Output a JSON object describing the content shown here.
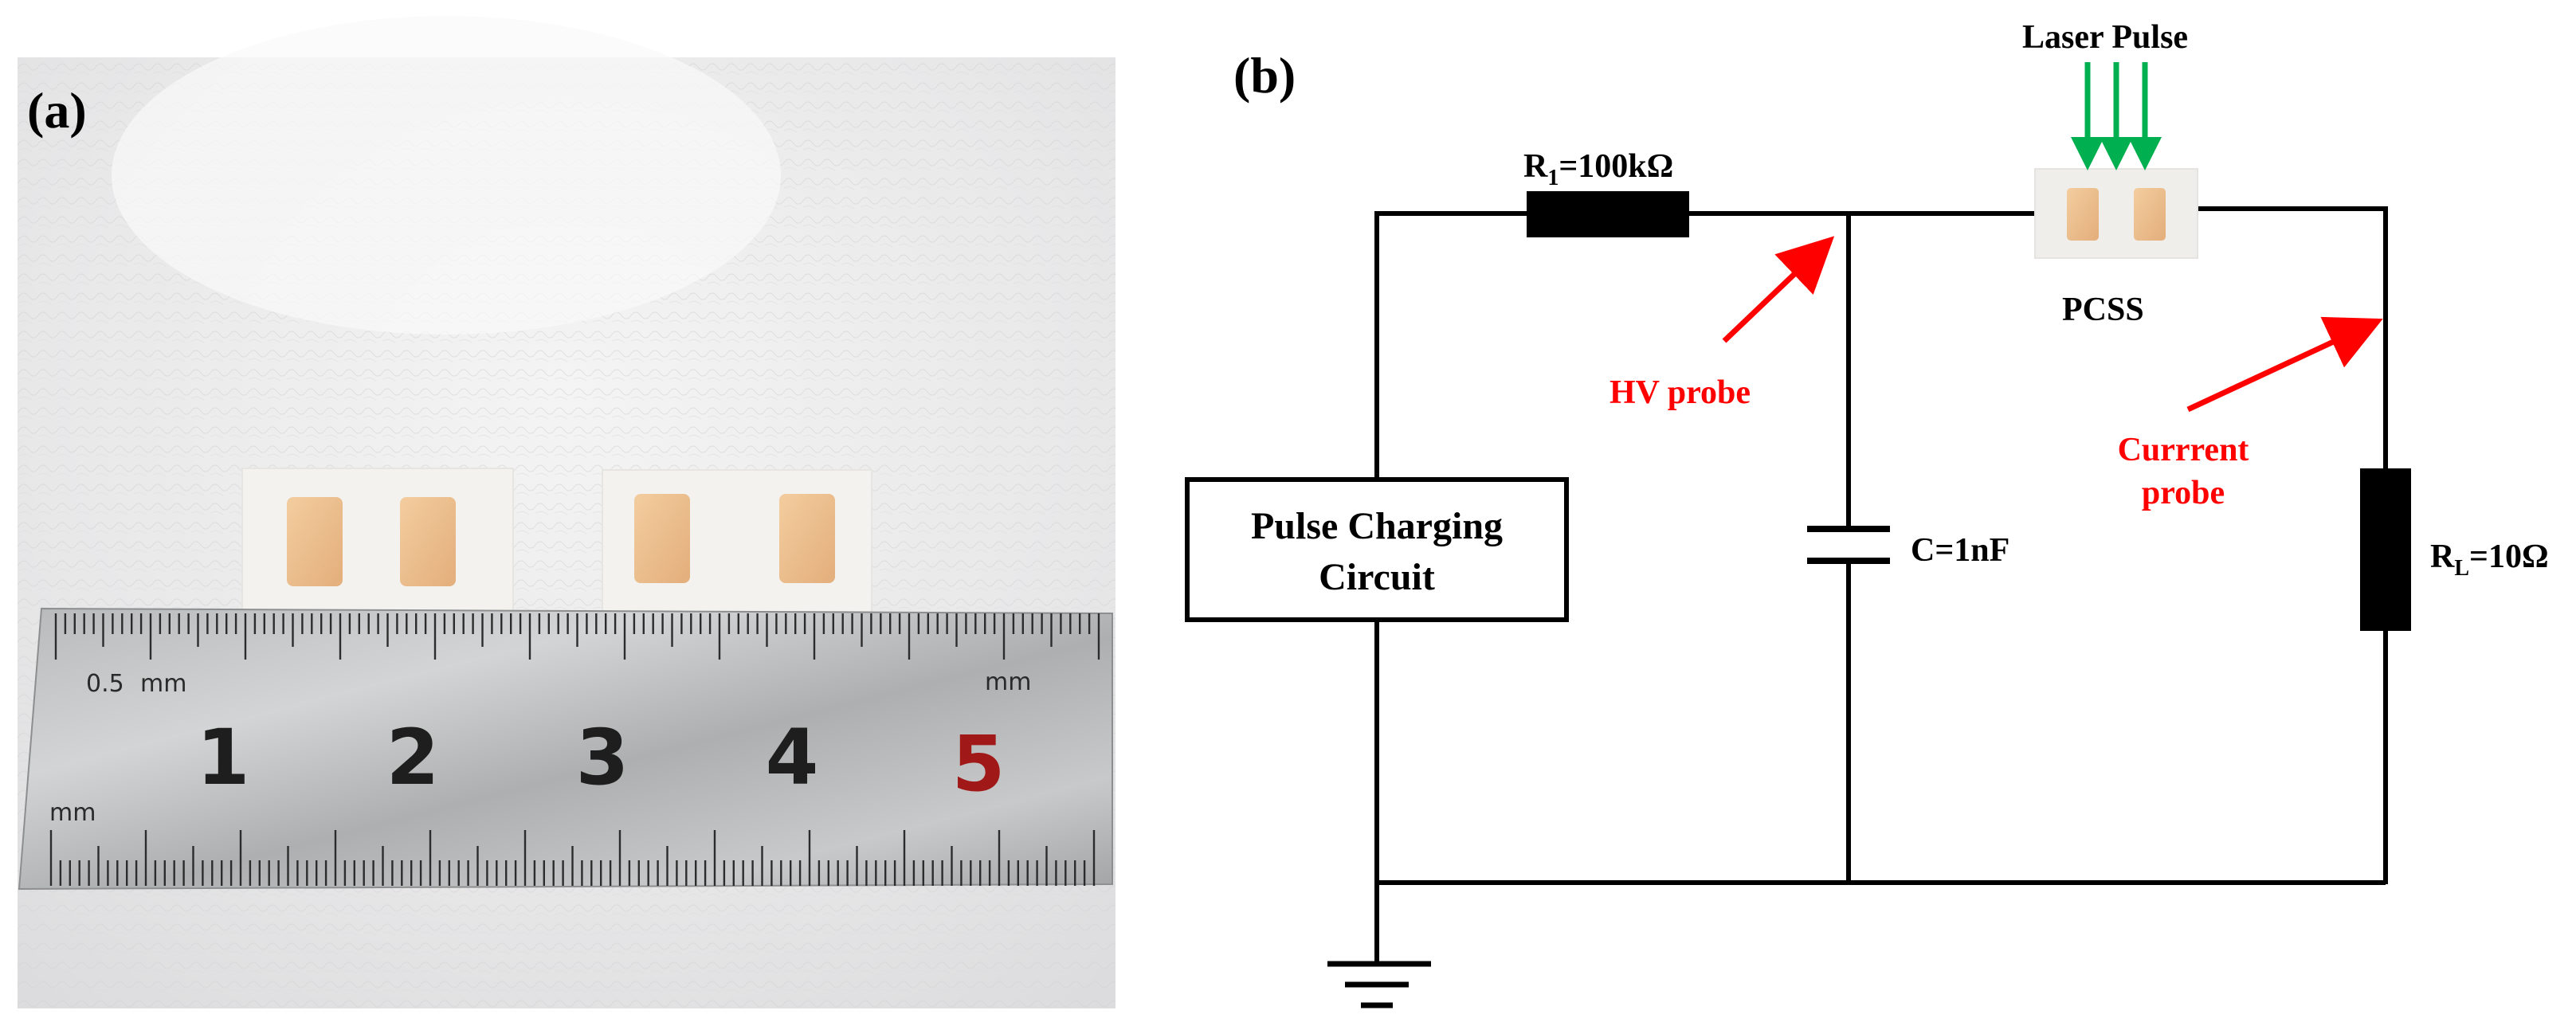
{
  "panels": {
    "a_label": "(a)",
    "b_label": "(b)"
  },
  "photo": {
    "ruler_numbers": [
      "1",
      "2",
      "3",
      "4",
      "5"
    ],
    "ruler_unit_top_left": "mm",
    "ruler_half_mark": "0.5",
    "ruler_unit_top_right": "mm",
    "ruler_unit_bottom_left": "mm",
    "highlight_number_color": "#a01818",
    "number_color": "#1e1e1e",
    "pad_color": "#ebbd8c",
    "chip_color": "#f2f1ee"
  },
  "circuit": {
    "laser_label": "Laser Pulse",
    "r1_prefix": "R",
    "r1_sub": "1",
    "r1_value": "=100kΩ",
    "pcss_label": "PCSS",
    "hv_probe_label": "HV probe",
    "current_probe_line1": "Currrent",
    "current_probe_line2": "probe",
    "pulse_box_line1": "Pulse Charging",
    "pulse_box_line2": "Circuit",
    "cap_label": "C=1nF",
    "rl_prefix": "R",
    "rl_sub": "L",
    "rl_value": "=10Ω",
    "arrow_red": "#ff0000",
    "arrow_green": "#00b050"
  }
}
